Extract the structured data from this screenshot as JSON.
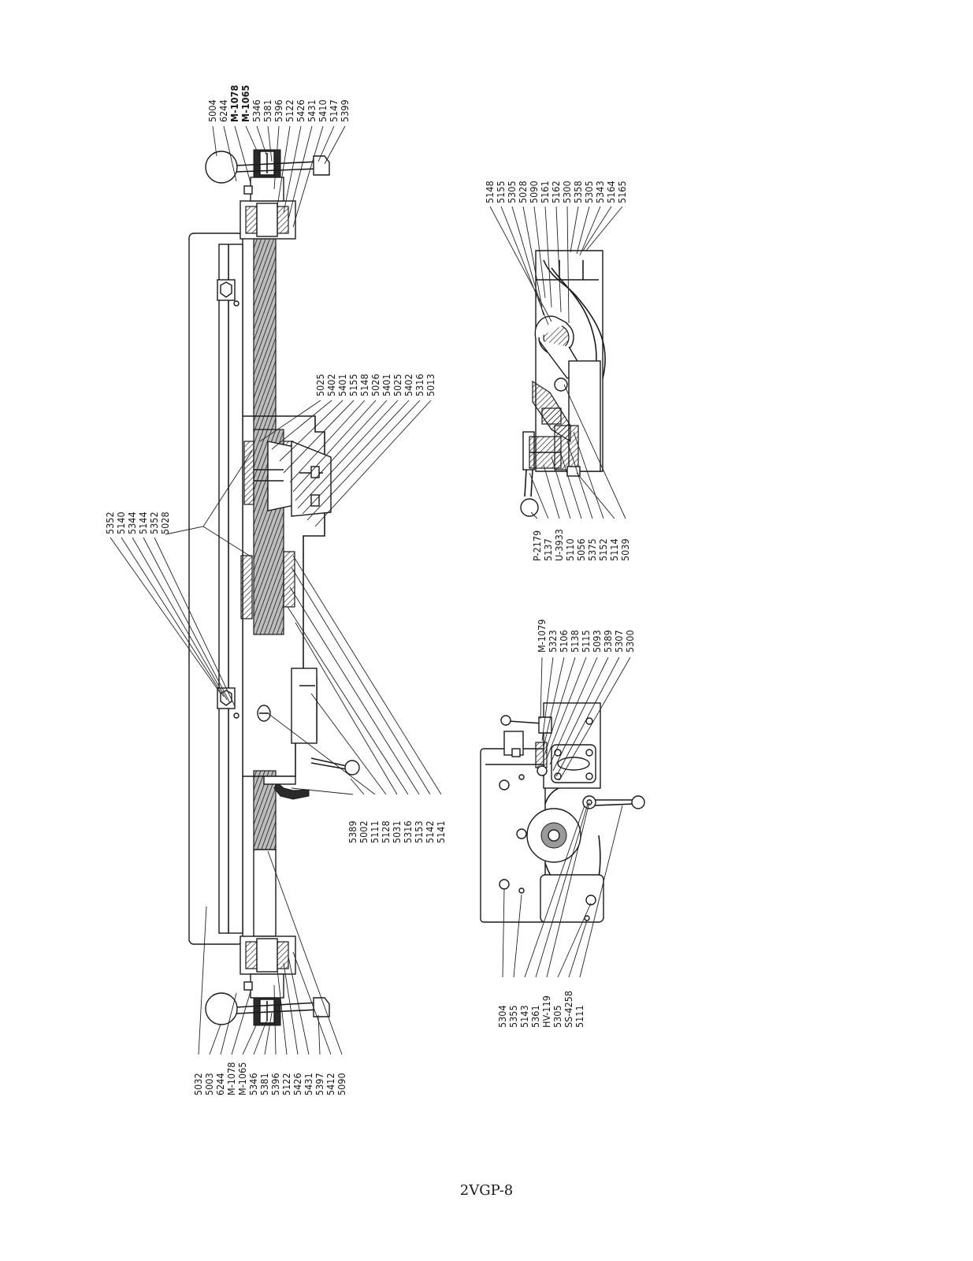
{
  "page_number": "2VGP-8",
  "main_assembly": {
    "top_callouts": [
      "5004",
      "6244",
      "M-1078",
      "M-1065",
      "5346",
      "5381",
      "5396",
      "5122",
      "5426",
      "5431",
      "5410",
      "5147",
      "5399"
    ],
    "bottom_callouts": [
      "5032",
      "5003",
      "6244",
      "M-1078",
      "M-1065",
      "5346",
      "5381",
      "5396",
      "5122",
      "5426",
      "5431",
      "5397",
      "5412",
      "5090"
    ],
    "carriage_callouts": [
      "5025",
      "5402",
      "5401",
      "5155",
      "5148",
      "5026",
      "5401",
      "5025",
      "5402",
      "5316",
      "5013"
    ],
    "left_callouts": [
      "5352",
      "5140",
      "5344",
      "5144",
      "5352",
      "5028"
    ],
    "lower_callouts": [
      "5389",
      "5002",
      "5111",
      "5128",
      "5031",
      "5316",
      "5153",
      "5142",
      "5141"
    ]
  },
  "section_view": {
    "top_callouts": [
      "5148",
      "5155",
      "5305",
      "5028",
      "5090",
      "5161",
      "5162",
      "5300",
      "5358",
      "5305",
      "5343",
      "5164",
      "5165"
    ],
    "bottom_callouts": [
      "P-2179",
      "5137",
      "U-3933",
      "5110",
      "5056",
      "5375",
      "5152",
      "5114",
      "5039"
    ]
  },
  "end_view": {
    "top_callouts": [
      "M-1079",
      "5323",
      "5106",
      "5138",
      "5115",
      "5093",
      "5389",
      "5307",
      "5300"
    ],
    "bottom_callouts": [
      "5304",
      "5355",
      "5143",
      "5361",
      "HV-119",
      "5305",
      "SS-4258",
      "5111"
    ]
  }
}
